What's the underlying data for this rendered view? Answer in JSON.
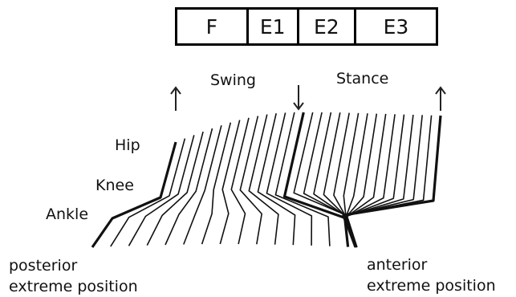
{
  "phases": [
    {
      "label": "F",
      "flex": 88
    },
    {
      "label": "E1",
      "flex": 62
    },
    {
      "label": "E2",
      "flex": 70
    },
    {
      "label": "E3",
      "flex": 102
    }
  ],
  "labels": {
    "swing": "Swing",
    "stance": "Stance",
    "hip": "Hip",
    "knee": "Knee",
    "ankle": "Ankle",
    "posterior_line1": "posterior",
    "posterior_line2": "extreme position",
    "anterior_line1": "anterior",
    "anterior_line2": "extreme position"
  },
  "markers": {
    "swing_start": "up-arrow-icon",
    "stance_start": "down-arrow-icon",
    "stance_end": "up-arrow-icon"
  }
}
